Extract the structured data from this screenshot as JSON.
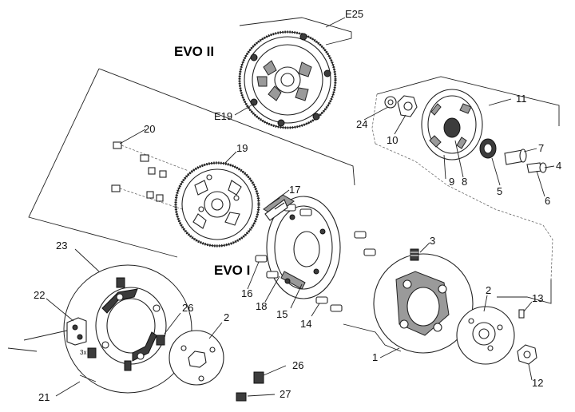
{
  "labels": {
    "evo2": "EVO II",
    "evo1": "EVO I",
    "e25": "E25",
    "e19": "E19",
    "p20": "20",
    "p19": "19",
    "p17": "17",
    "p24": "24",
    "p10": "10",
    "p11": "11",
    "p7": "7",
    "p4": "4",
    "p9": "9",
    "p8": "8",
    "p5": "5",
    "p6": "6",
    "p3": "3",
    "p16": "16",
    "p18": "18",
    "p15": "15",
    "p14": "14",
    "p23": "23",
    "p22": "22",
    "p26a": "26",
    "p2a": "2",
    "p2b": "2",
    "p13": "13",
    "p1": "1",
    "p12": "12",
    "p21": "21",
    "p26b": "26",
    "p27": "27",
    "mult3x": "3x"
  }
}
